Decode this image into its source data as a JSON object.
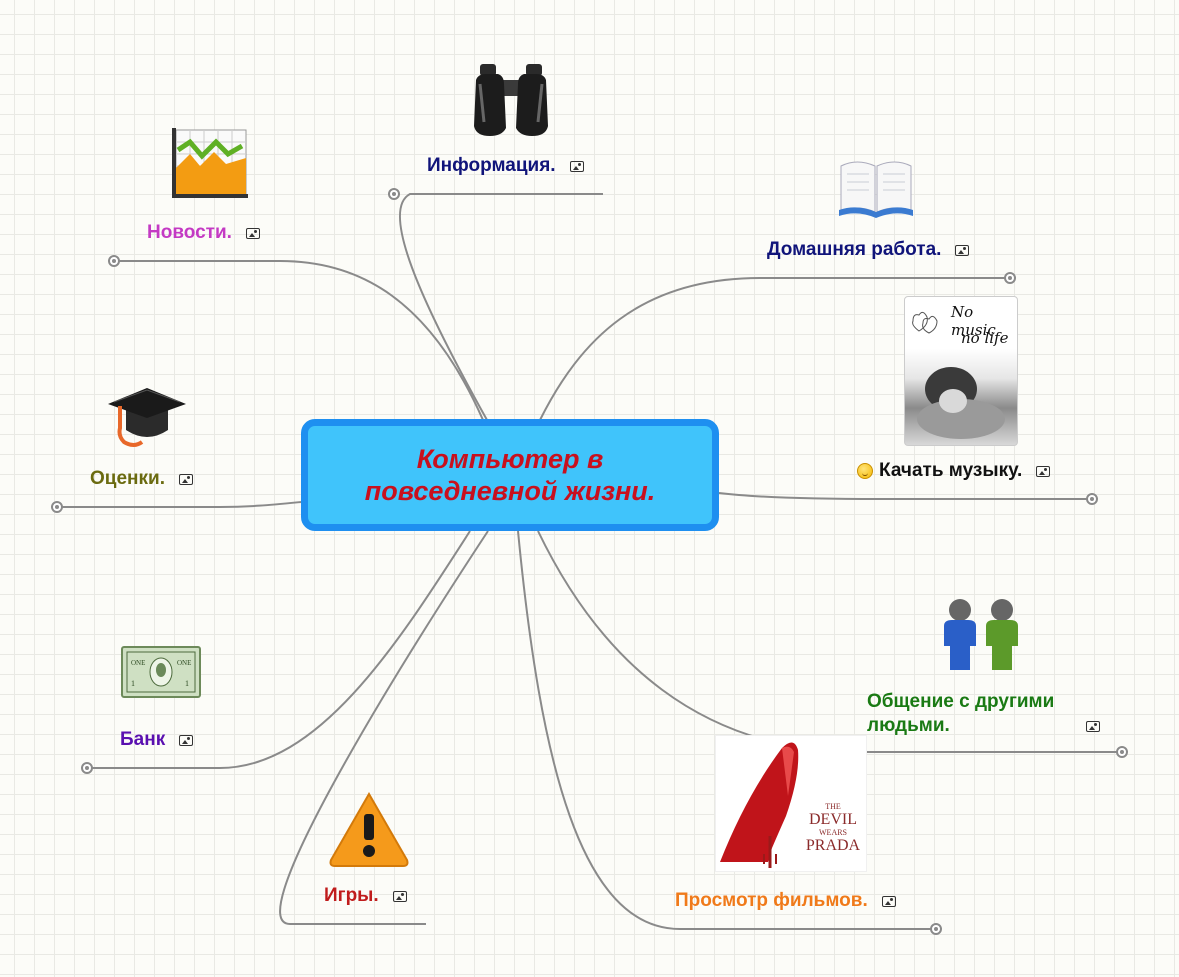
{
  "central": {
    "title": "Компьютер в повседневной жизни."
  },
  "nodes": {
    "info": {
      "label": "Информация.",
      "color": "#10147a",
      "icon": "binoculars-icon"
    },
    "news": {
      "label": "Новости.",
      "color": "#c43ac4",
      "icon": "chart-icon"
    },
    "homework": {
      "label": "Домашняя работа.",
      "color": "#10147a",
      "icon": "book-icon"
    },
    "music": {
      "label": "Качать музыку.",
      "color": "#111111",
      "icon": "no-music-no-life-picture",
      "image_text": [
        "No music",
        "no life"
      ]
    },
    "grades": {
      "label": "Оценки.",
      "color": "#6b6b10",
      "icon": "graduation-cap-icon"
    },
    "bank": {
      "label": "Банк",
      "color": "#5a10b0",
      "icon": "dollar-bill-icon"
    },
    "communication": {
      "label": "Общение с другими людьми.",
      "color": "#1a7a14",
      "icon": "people-icon"
    },
    "games": {
      "label": "Игры.",
      "color": "#c01c1c",
      "icon": "warning-icon"
    },
    "movies": {
      "label": "Просмотр фильмов.",
      "color": "#f07a1a",
      "icon": "devil-wears-prada-poster",
      "poster_text": [
        "THE",
        "DEVIL",
        "WEARS",
        "PRADA"
      ]
    }
  },
  "colors": {
    "central_fill": "#40c4fb",
    "central_border": "#1e8ff0",
    "central_text": "#c8101e",
    "connector": "#8a8a8a"
  }
}
